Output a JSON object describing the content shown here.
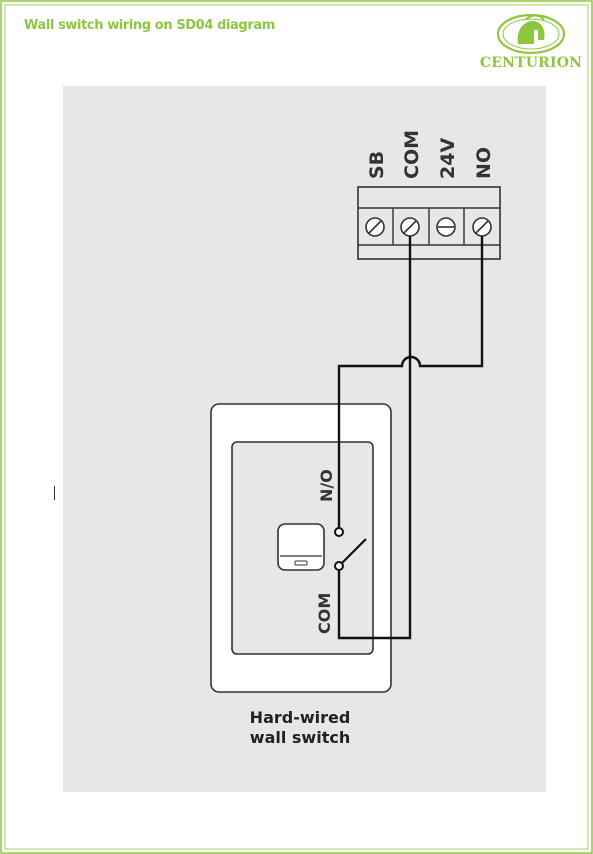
{
  "page": {
    "title": "Wall switch wiring on SD04 diagram",
    "brand": "CENTURION"
  },
  "colors": {
    "accent_green": "#8dc63f",
    "panel_gray": "#e7e7e7",
    "wire": "#111111"
  },
  "terminal_block": {
    "labels": [
      "SB",
      "COM",
      "24V",
      "NO"
    ]
  },
  "wall_switch": {
    "contact_top_label": "N/O",
    "contact_bottom_label": "COM",
    "caption_line1": "Hard-wired",
    "caption_line2": "wall switch"
  },
  "icons": {
    "logo": "centurion-helmet-logo",
    "terminal_screw": "screw-terminal-icon",
    "switch_button": "push-button-icon"
  }
}
